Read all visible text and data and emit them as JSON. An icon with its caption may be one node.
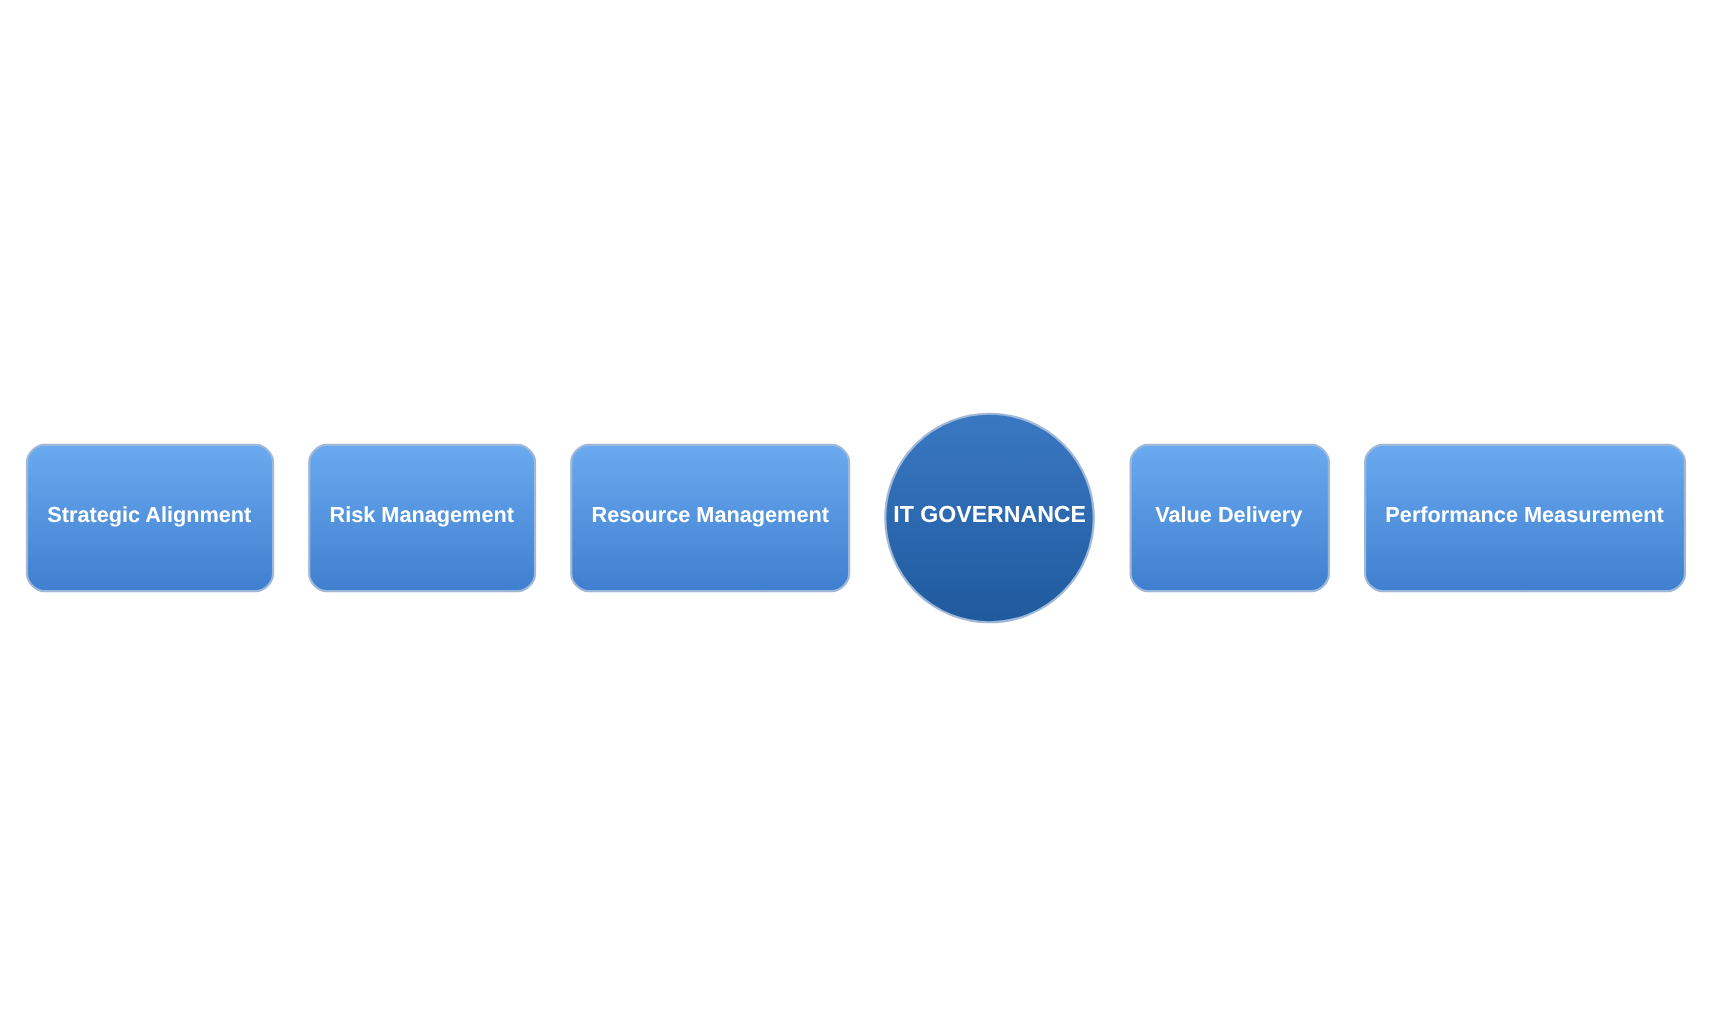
{
  "diagram": {
    "nodes": [
      {
        "text": [
          "Resource Management"
        ]
      },
      {
        "text": [
          "Risk Management"
        ]
      },
      {
        "text": [
          "Value Delivery"
        ]
      },
      {
        "text": [
          "Strategic Alignment"
        ]
      },
      {
        "text": [
          "IT GOVERNANCE"
        ]
      },
      {
        "text": [
          "Performance Measurement"
        ]
      }
    ]
  }
}
